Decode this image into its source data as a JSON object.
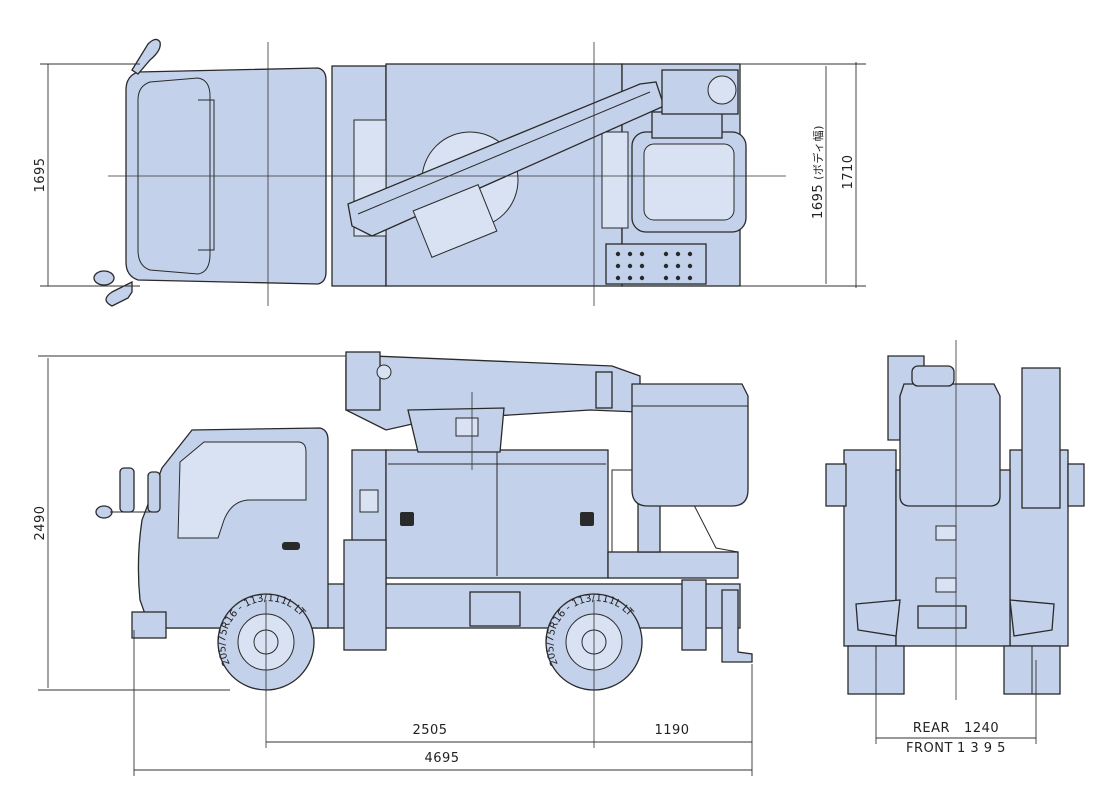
{
  "top_view": {
    "overall_width": "1695",
    "body_width": "1695",
    "body_width_note": "(ボディ幅)",
    "max_width": "1710"
  },
  "side_view": {
    "height": "2490",
    "wheelbase": "2505",
    "rear_overhang": "1190",
    "overall_length": "4695",
    "tire_label": "205/75R16 - 113/111L LT"
  },
  "rear_view": {
    "rear_tread_label": "REAR",
    "rear_tread": "1240",
    "front_tread_label": "FRONT",
    "front_tread": "1 3 9 5"
  },
  "colors": {
    "body": "#c3d1ea",
    "line": "#2a2a2a"
  }
}
